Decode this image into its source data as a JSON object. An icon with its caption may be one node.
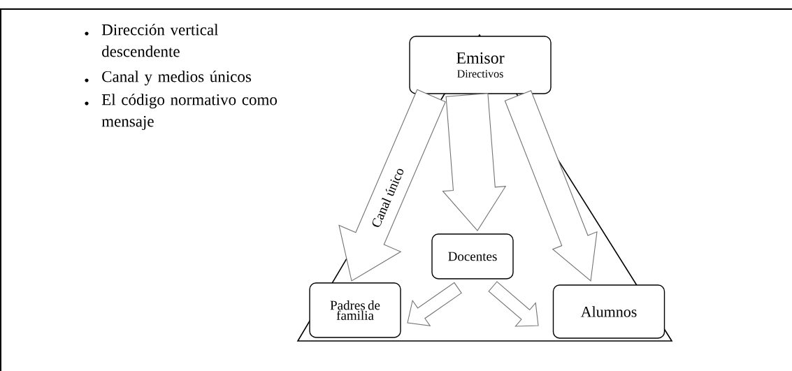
{
  "diagram": {
    "nodes": [
      {
        "text": [
          "Emisor",
          "Directivos"
        ]
      },
      {
        "text": [
          "Docentes"
        ]
      },
      {
        "text": [
          "Padres de familia"
        ]
      },
      {
        "text": [
          "Alumnos"
        ]
      }
    ],
    "edges": [
      {
        "from": 0,
        "to": 2,
        "arrow": "to",
        "label": "Canal único"
      },
      {
        "from": 0,
        "to": 1,
        "arrow": "to"
      },
      {
        "from": 0,
        "to": 3,
        "arrow": "to"
      },
      {
        "from": 1,
        "to": 2,
        "arrow": "to"
      },
      {
        "from": 1,
        "to": 3,
        "arrow": "to"
      }
    ],
    "labels": [
      "Dirección vertical descendente",
      "Canal y medios únicos",
      "El código normativo como mensaje"
    ]
  }
}
